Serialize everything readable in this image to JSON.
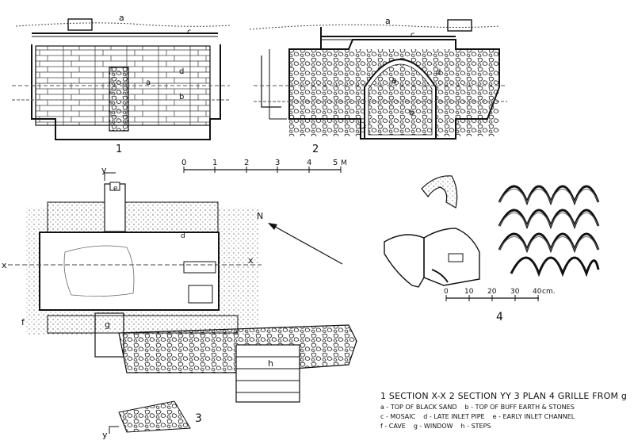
{
  "figure_number_labels": {
    "fig1": "1",
    "fig2": "2",
    "fig3": "3",
    "fig4": "4"
  },
  "letters": {
    "a": "a",
    "b": "b",
    "c": "c",
    "d": "d",
    "e": "e",
    "f": "f",
    "g": "g",
    "h": "h"
  },
  "section_marks": {
    "x": "x",
    "y": "y"
  },
  "scale_main": {
    "ticks": [
      "0",
      "1",
      "2",
      "3",
      "4",
      "5"
    ],
    "unit": "M"
  },
  "scale_grille": {
    "ticks": [
      "0",
      "10",
      "20",
      "30",
      "40"
    ],
    "unit": "cm."
  },
  "north_mark": "N",
  "legend": {
    "figures": "1 SECTION X-X   2 SECTION YY   3 PLAN   4 GRILLE FROM g",
    "rows": [
      [
        "a - TOP OF BLACK SAND",
        "b - TOP OF BUFF EARTH & STONES"
      ],
      [
        "c - MOSAIC",
        "d - LATE INLET PIPE",
        "e - EARLY INLET CHANNEL"
      ],
      [
        "f - CAVE",
        "g - WINDOW",
        "h - STEPS"
      ]
    ]
  }
}
